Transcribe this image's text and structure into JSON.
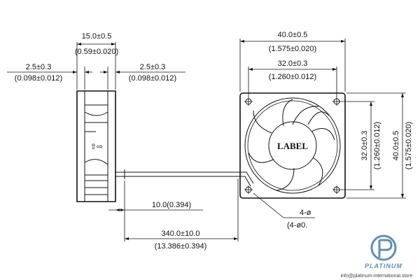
{
  "side_view": {
    "width_top": "15.0±0.5",
    "width_top_inch": "(0.59±0.020)",
    "left_wall": "2.5±0.3",
    "left_wall_inch": "(0.098±0.012)",
    "right_wall": "2.5±0.3",
    "right_wall_inch": "(0.098±0.012)",
    "arrows": "⇧⇨",
    "wire_strip": "10.0(0.394)",
    "wire_length": "340.0±10.0",
    "wire_length_inch": "(13.386±0.394)"
  },
  "front_view": {
    "overall_width": "40.0±0.5",
    "overall_width_inch": "(1.575±0.020)",
    "hole_pitch": "32.0±0.3",
    "hole_pitch_inch": "(1.260±0.012)",
    "hole_pitch_vertical": "32.0±0.3",
    "hole_pitch_vertical_inch": "(1.260±0.012)",
    "overall_height": "40.0±0.5",
    "overall_height_inch": "(1.575±0.020)",
    "hub_label": "LABEL",
    "holes": "4-ø",
    "holes_detail": "(4-ø0.",
    "colors": {
      "line": "#111111",
      "brand": "#5e8fb0"
    }
  },
  "footer": {
    "brand": "PLATINUM",
    "website": "info@platinum-international.store"
  }
}
